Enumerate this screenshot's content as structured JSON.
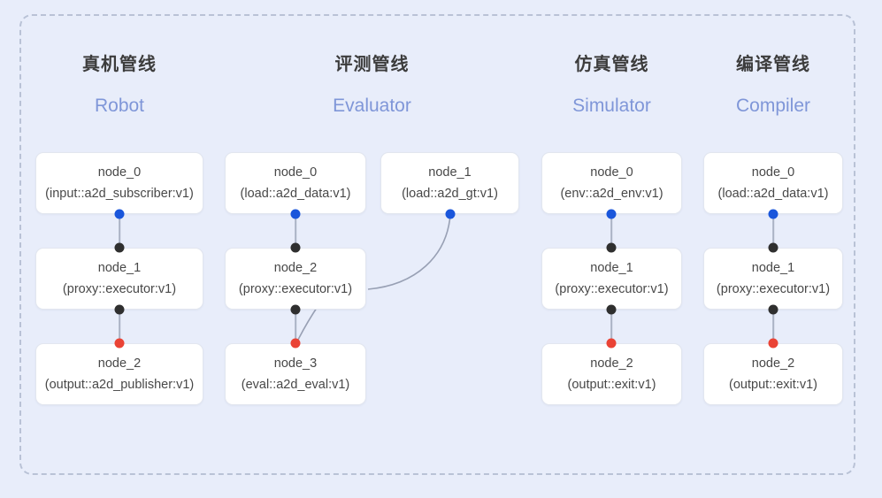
{
  "panel": {
    "border_style": "dashed",
    "border_color": "#b9c2d6",
    "background_color": "#e8edfa"
  },
  "colors": {
    "port_input": "#1a56db",
    "port_proxy": "#2f2f2f",
    "port_output": "#ea4335",
    "edge": "#98a0b4",
    "heading_zh": "#3c3c3c",
    "heading_en": "#7f96d8",
    "node_text": "#484848",
    "node_bg": "#ffffff"
  },
  "columns": [
    {
      "zh": "真机管线",
      "en": "Robot",
      "nodes": [
        {
          "id": "node_0",
          "type": "(input::a2d_subscriber:v1)"
        },
        {
          "id": "node_1",
          "type": "(proxy::executor:v1)"
        },
        {
          "id": "node_2",
          "type": "(output::a2d_publisher:v1)"
        }
      ]
    },
    {
      "zh": "评测管线",
      "en": "Evaluator",
      "nodes": [
        {
          "id": "node_0",
          "type": "(load::a2d_data:v1)"
        },
        {
          "id": "node_1",
          "type": "(load::a2d_gt:v1)"
        },
        {
          "id": "node_2",
          "type": "(proxy::executor:v1)"
        },
        {
          "id": "node_3",
          "type": "(eval::a2d_eval:v1)"
        }
      ]
    },
    {
      "zh": "仿真管线",
      "en": "Simulator",
      "nodes": [
        {
          "id": "node_0",
          "type": "(env::a2d_env:v1)"
        },
        {
          "id": "node_1",
          "type": "(proxy::executor:v1)"
        },
        {
          "id": "node_2",
          "type": "(output::exit:v1)"
        }
      ]
    },
    {
      "zh": "编译管线",
      "en": "Compiler",
      "nodes": [
        {
          "id": "node_0",
          "type": "(load::a2d_data:v1)"
        },
        {
          "id": "node_1",
          "type": "(proxy::executor:v1)"
        },
        {
          "id": "node_2",
          "type": "(output::exit:v1)"
        }
      ]
    }
  ]
}
